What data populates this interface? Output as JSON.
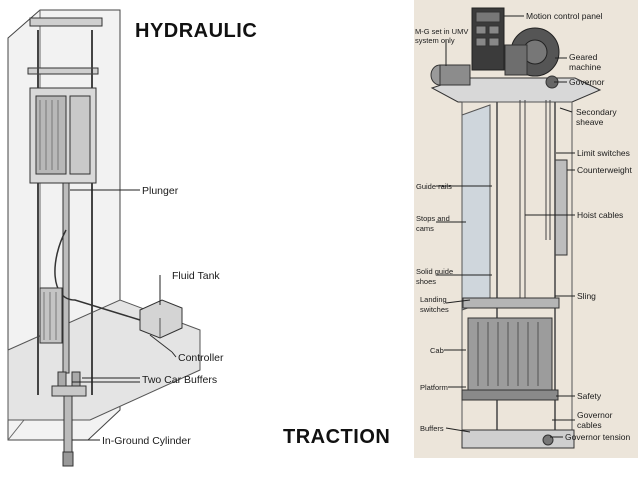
{
  "titles": {
    "hydraulic": "HYDRAULIC",
    "traction": "TRACTION"
  },
  "hydraulic_labels": {
    "plunger": "Plunger",
    "fluid_tank": "Fluid Tank",
    "controller": "Controller",
    "two_car_buffers": "Two Car Buffers",
    "in_ground_cylinder": "In-Ground Cylinder"
  },
  "traction_labels": {
    "motion_control_panel": "Motion control panel",
    "geared_machine_1": "Geared",
    "geared_machine_2": "machine",
    "governor": "Governor",
    "secondary_sheave_1": "Secondary",
    "secondary_sheave_2": "sheave",
    "limit_switches": "Limit switches",
    "counterweight": "Counterweight",
    "hoist_cables": "Hoist cables",
    "sling": "Sling",
    "safety": "Safety",
    "governor_cables_1": "Governor",
    "governor_cables_2": "cables",
    "governor_tension": "Governor tension",
    "mg_set_1": "M-G set in UMV",
    "mg_set_2": "system only",
    "guide_rails": "Guide rails",
    "stops_and_cams_1": "Stops and",
    "stops_and_cams_2": "cams",
    "solid_guide_1": "Solid guide",
    "solid_guide_2": "shoes",
    "landing_switches_1": "Landing",
    "landing_switches_2": "switches",
    "cab": "Cab",
    "platform": "Platform",
    "buffers": "Buffers"
  }
}
